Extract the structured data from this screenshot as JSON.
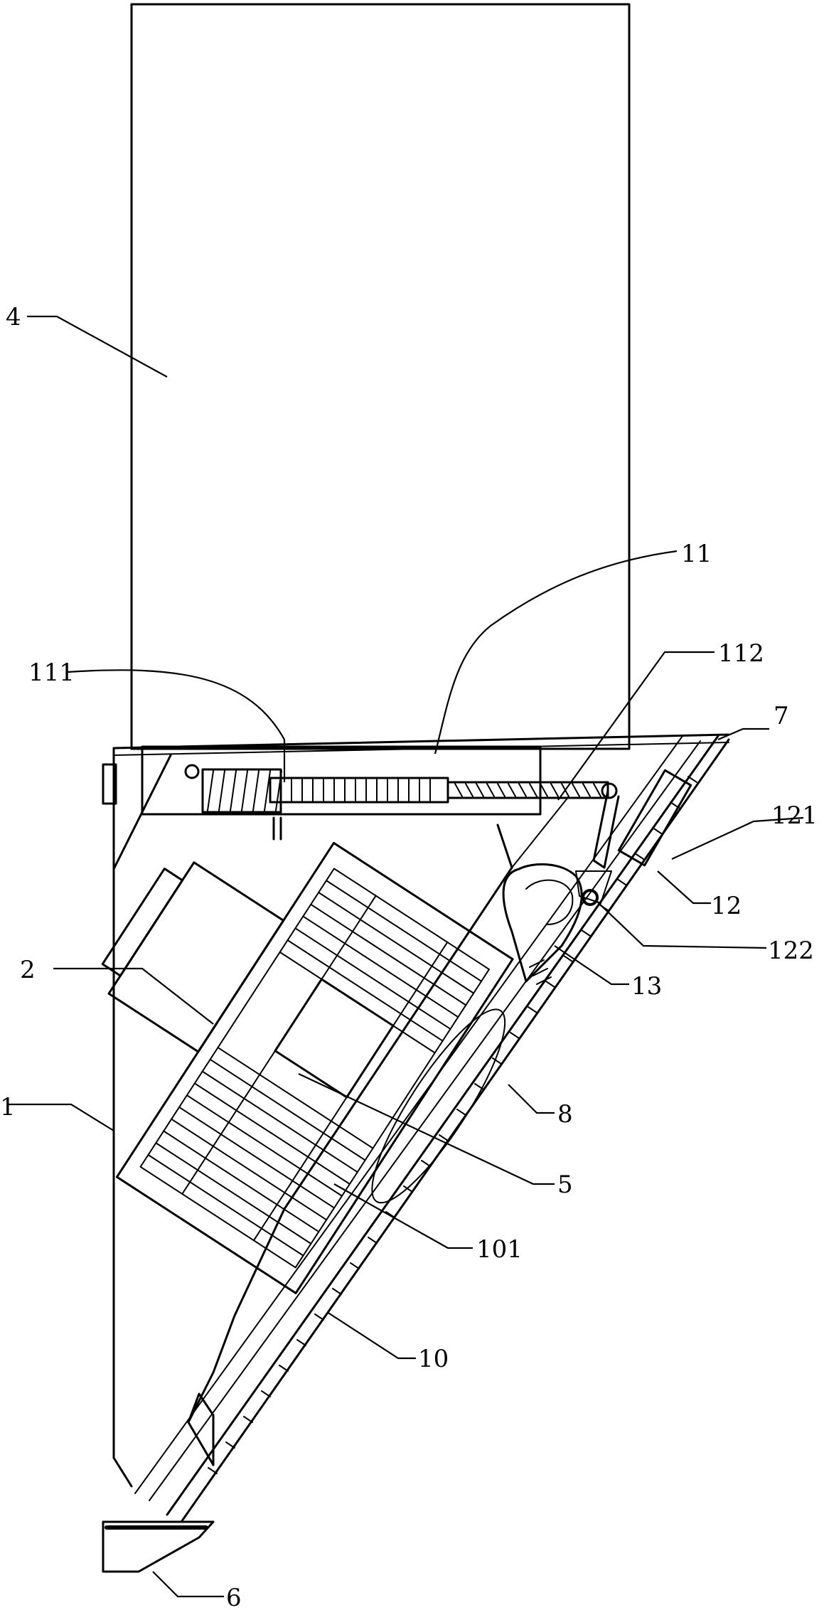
{
  "labels": {
    "l4": "4",
    "l11": "11",
    "l111": "111",
    "l112": "112",
    "l7": "7",
    "l121": "121",
    "l12": "12",
    "l122": "122",
    "l13": "13",
    "l2": "2",
    "l1": "1",
    "l8": "8",
    "l5": "5",
    "l101": "101",
    "l10": "10",
    "l6": "6"
  }
}
